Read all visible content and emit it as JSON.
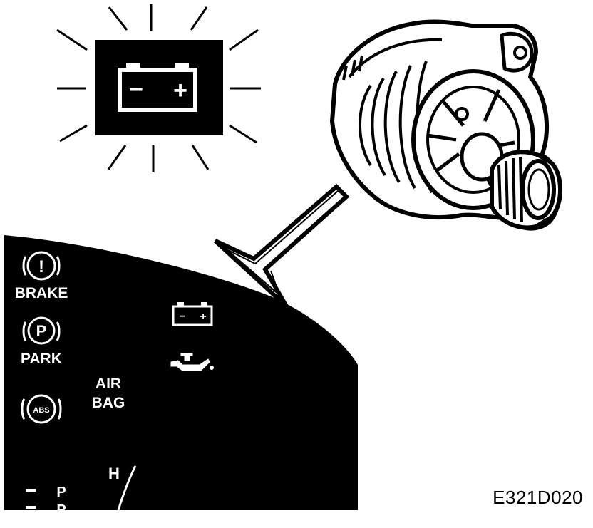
{
  "figure_code": "E321D020",
  "warning_symbol": {
    "minus": "−",
    "plus": "+"
  },
  "cluster": {
    "brake_symbol": "!",
    "brake_label": "BRAKE",
    "park_symbol": "P",
    "park_label": "PARK",
    "abs_symbol": "ABS",
    "airbag_line1": "AIR",
    "airbag_line2": "BAG",
    "gauge_letter": "H",
    "gear_labels": [
      "P",
      "P"
    ],
    "battery_minus": "−",
    "battery_plus": "+"
  },
  "colors": {
    "ink": "#000000",
    "paper": "#ffffff"
  },
  "icons": [
    "battery-warning-icon",
    "alternator-illustration",
    "pointer-arrow",
    "brake-warning-icon",
    "parking-brake-icon",
    "abs-icon",
    "oil-pressure-icon"
  ]
}
